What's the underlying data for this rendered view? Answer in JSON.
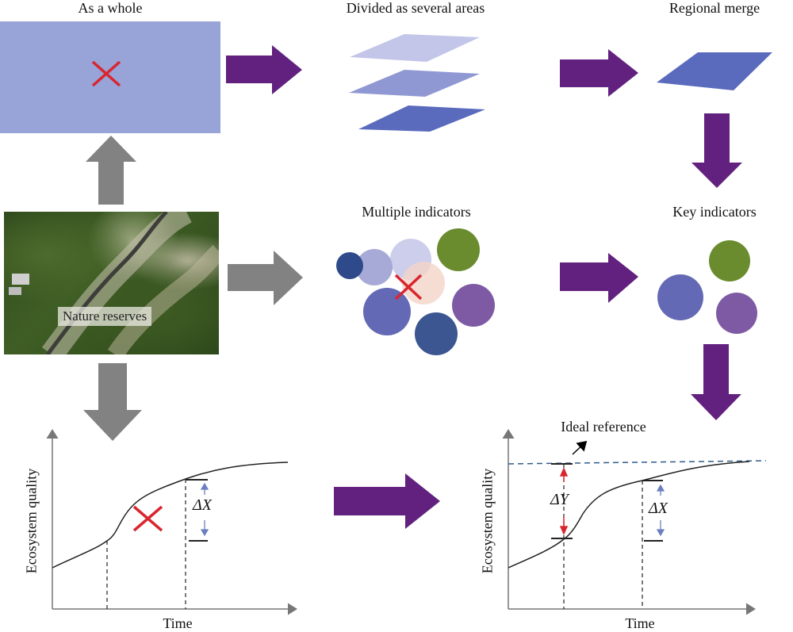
{
  "labels": {
    "as_a_whole": "As a whole",
    "divided": "Divided as several areas",
    "regional_merge": "Regional merge",
    "multiple_indicators": "Multiple indicators",
    "key_indicators": "Key indicators",
    "nature_reserves": "Nature reserves",
    "ideal_reference": "Ideal reference"
  },
  "left_chart": {
    "ylabel": "Ecosystem quality",
    "xlabel": "Time",
    "delta_label": "ΔX"
  },
  "right_chart": {
    "ylabel": "Ecosystem quality",
    "xlabel": "Time",
    "delta_y_label": "ΔY",
    "delta_x_label": "ΔX"
  },
  "colors": {
    "purple_arrow": "#62217f",
    "gray_arrow": "#828282",
    "area_light": "#c3c6e8",
    "area_mid": "#8f98d3",
    "area_dark": "#5a6bbd",
    "cross": "#d9262e",
    "ideal_line": "#2f5c8a"
  }
}
